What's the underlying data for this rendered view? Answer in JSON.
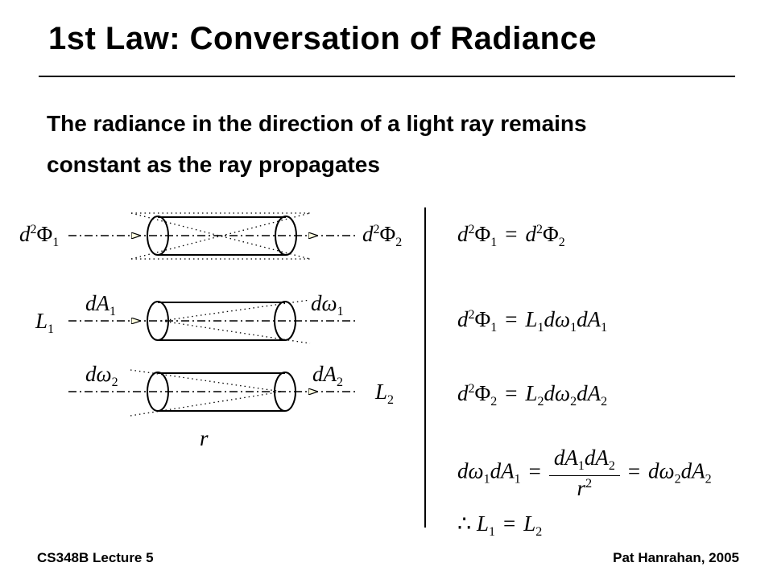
{
  "title": "1st Law: Conversation of Radiance",
  "body_lines": [
    "The radiance in the direction of a light ray remains",
    "constant as the ray propagates"
  ],
  "diagram": {
    "phi1": {
      "base": "d",
      "sup": "2",
      "sym": "Φ",
      "sub": "1"
    },
    "phi2": {
      "base": "d",
      "sup": "2",
      "sym": "Φ",
      "sub": "2"
    },
    "dA1": {
      "base": "dA",
      "sub": "1"
    },
    "domega1": {
      "base": "dω",
      "sub": "1"
    },
    "L1": {
      "base": "L",
      "sub": "1"
    },
    "domega2": {
      "base": "dω",
      "sub": "2"
    },
    "dA2": {
      "base": "dA",
      "sub": "2"
    },
    "L2": {
      "base": "L",
      "sub": "2"
    },
    "r": "r"
  },
  "equations": {
    "eq1": "d²Φ₁ = d²Φ₂",
    "eq2": "d²Φ₁ = L₁dω₁dA₁",
    "eq3": "d²Φ₂ = L₂dω₂dA₂",
    "eq4": "dω₁dA₁ = dA₁dA₂ / r² = dω₂dA₂",
    "eq5": "∴ L₁ = L₂"
  },
  "sym": {
    "d": "d",
    "phi": "Φ",
    "L": "L",
    "dw": "dω",
    "dA": "dA",
    "r": "r",
    "eq": "=",
    "therefore": "∴",
    "one": "1",
    "two": "2"
  },
  "footer": {
    "left": "CS348B Lecture 5",
    "right": "Pat Hanrahan, 2005"
  }
}
